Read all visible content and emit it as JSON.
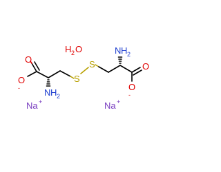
{
  "colors": {
    "carbon_bond": "#000000",
    "oxygen": "#e00000",
    "nitrogen": "#2040d0",
    "sulfur": "#b8a000",
    "sodium": "#7a3fc0",
    "water_h": "#000000"
  },
  "water": {
    "h": "H",
    "sub": "2",
    "o": "O"
  },
  "left_residue": {
    "o_double": "O",
    "o_minus": "O",
    "o_minus_charge": "-",
    "nh2_n": "N",
    "nh2_h": "H",
    "nh2_sub": "2",
    "s": "S"
  },
  "right_residue": {
    "o_double": "O",
    "o_minus": "O",
    "o_minus_charge": "-",
    "nh2_n": "N",
    "nh2_h": "H",
    "nh2_sub": "2",
    "s": "S"
  },
  "sodium_left": {
    "symbol": "Na",
    "charge": "+"
  },
  "sodium_right": {
    "symbol": "Na",
    "charge": "+"
  }
}
